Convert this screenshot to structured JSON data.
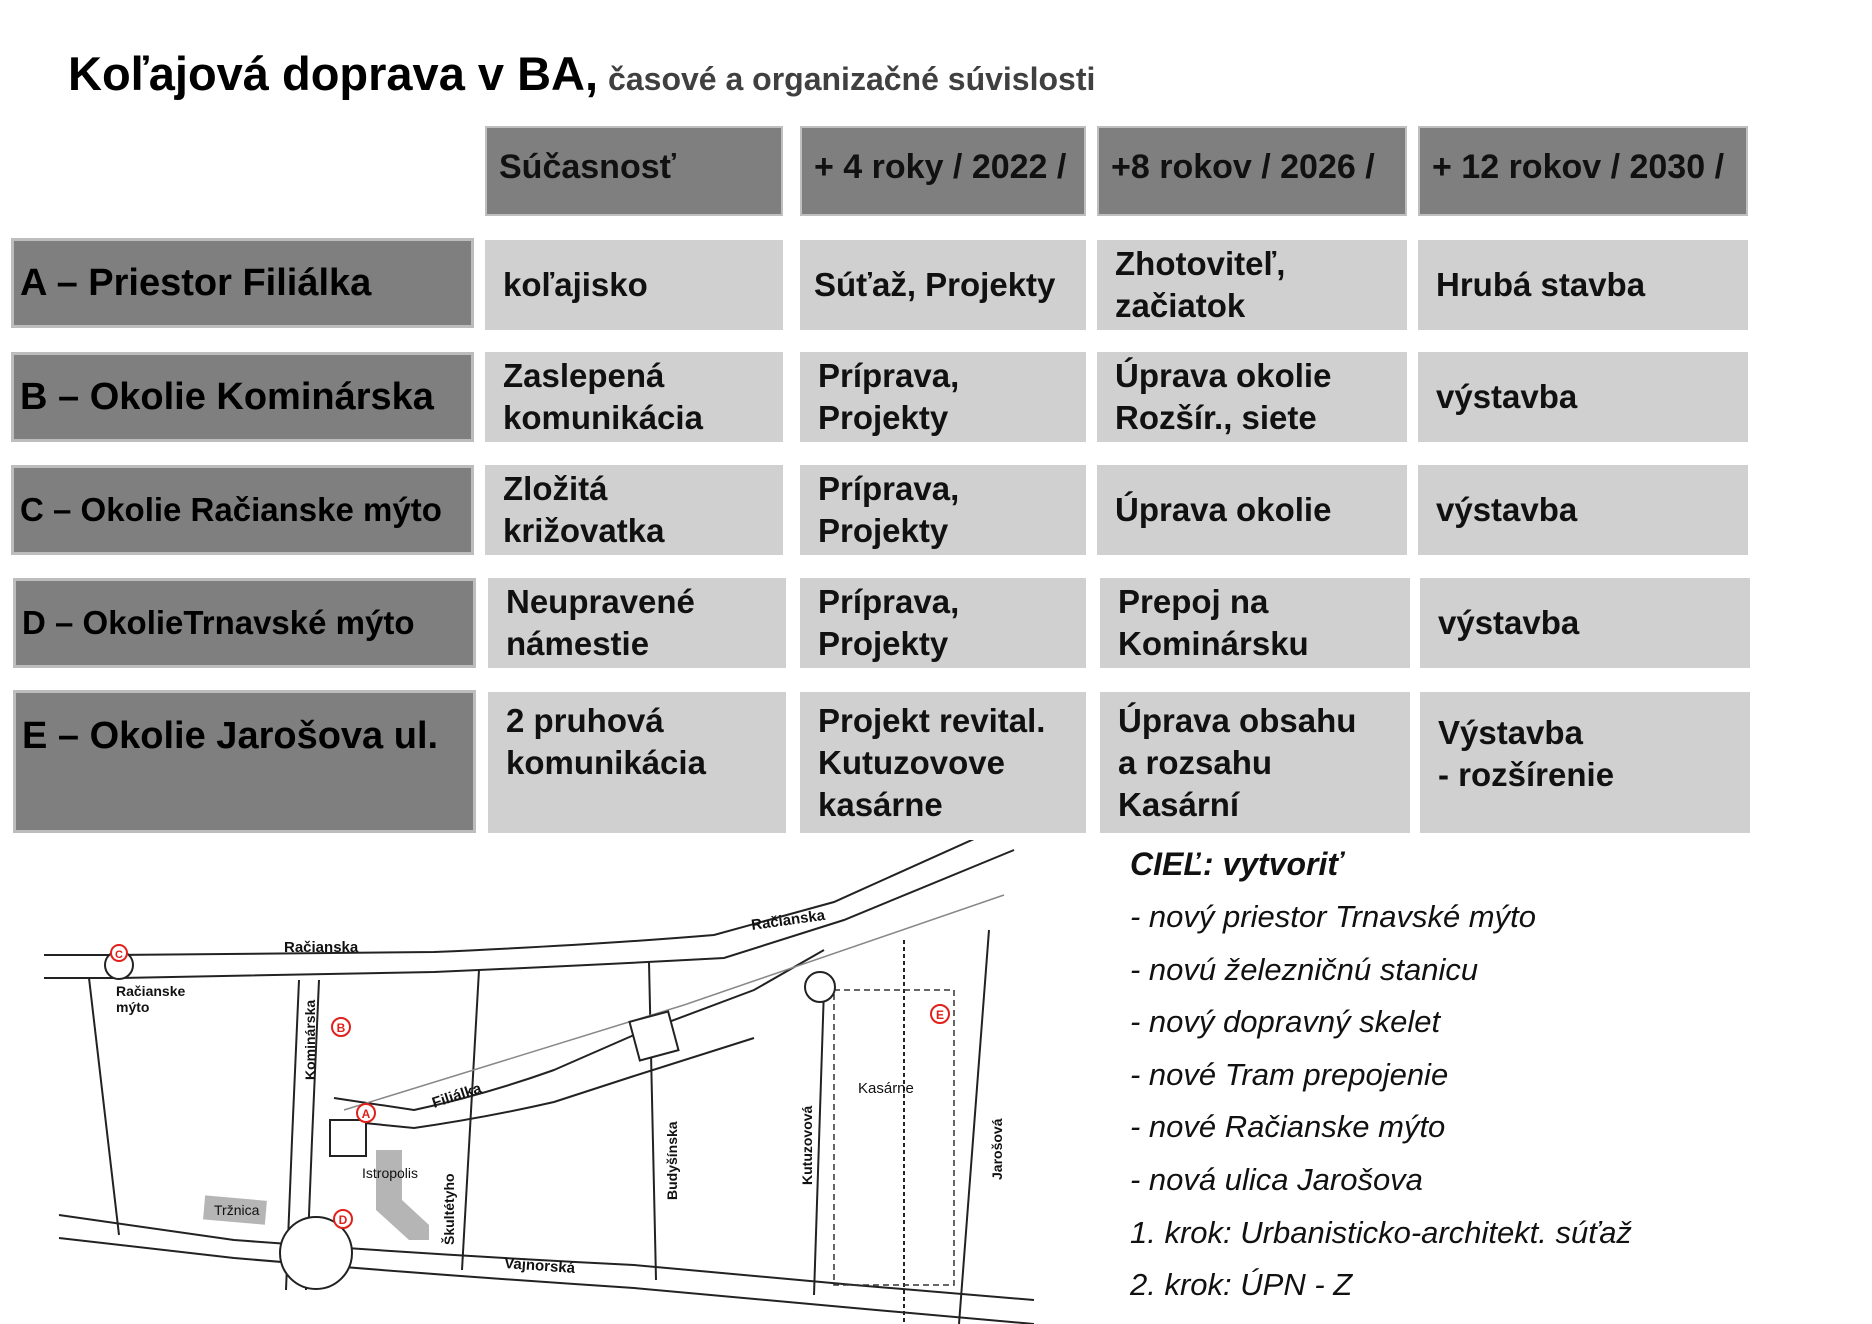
{
  "title": {
    "main": "Koľajová doprava v BA,",
    "sub": "časové a organizačné súvislosti"
  },
  "columns": [
    "Súčasnosť",
    "+ 4 roky / 2022 /",
    "+8 rokov / 2026 /",
    "+ 12 rokov / 2030 /"
  ],
  "rows": [
    {
      "label": "A – Priestor Filiálka",
      "cells": [
        "koľajisko",
        "Súťaž, Projekty",
        "Zhotoviteľ,\nzačiatok",
        "Hrubá stavba"
      ]
    },
    {
      "label": "B – Okolie Kominárska",
      "cells": [
        "Zaslepená\nkomunikácia",
        "Príprava,\nProjekty",
        "Úprava okolie\nRozšír., siete",
        "výstavba"
      ]
    },
    {
      "label": "C – Okolie Račianske mýto",
      "cells": [
        "Zložitá\nkrižovatka",
        "Príprava,\nProjekty",
        "Úprava okolie",
        "výstavba"
      ]
    },
    {
      "label": "D – OkolieTrnavské mýto",
      "cells": [
        "Neupravené\nnámestie",
        "Príprava,\nProjekty",
        "Prepoj na\nKominársku",
        "výstavba"
      ]
    },
    {
      "label": "E – Okolie Jarošova ul.",
      "cells": [
        "2 pruhová\nkomunikácia",
        "Projekt revital.\nKutuzovove\nkasárne",
        "Úprava obsahu\na rozsahu\nKasární",
        "Výstavba\n- rozšírenie"
      ]
    }
  ],
  "goals": {
    "title": "CIEĽ: vytvoriť",
    "items": [
      "- nový priestor Trnavské mýto",
      "- novú železničnú stanicu",
      "- nový dopravný skelet",
      "- nové Tram prepojenie",
      "- nové Račianske mýto",
      "- nová ulica Jarošova",
      "1. krok: Urbanisticko-architekt. súťaž",
      "2. krok: ÚPN - Z"
    ]
  },
  "map": {
    "streets": {
      "racianska_left": "Račianska",
      "racianska_right": "Račianska",
      "racianske_myto_1": "Račianske",
      "racianske_myto_2": "mýto",
      "kominarska": "Kominárska",
      "filialka": "Filiálka",
      "istropolis": "Istropolis",
      "trznica": "Tržnica",
      "skultetyho": "Škultétyho",
      "budysinska": "Budyšínska",
      "kutuzovova": "Kutuzovová",
      "kasarne": "Kasárne",
      "jarosova": "Jarošová",
      "vajnorska": "Vajnorská"
    },
    "markers": [
      "A",
      "B",
      "C",
      "D",
      "E"
    ],
    "marker_color": "#e0201b"
  }
}
